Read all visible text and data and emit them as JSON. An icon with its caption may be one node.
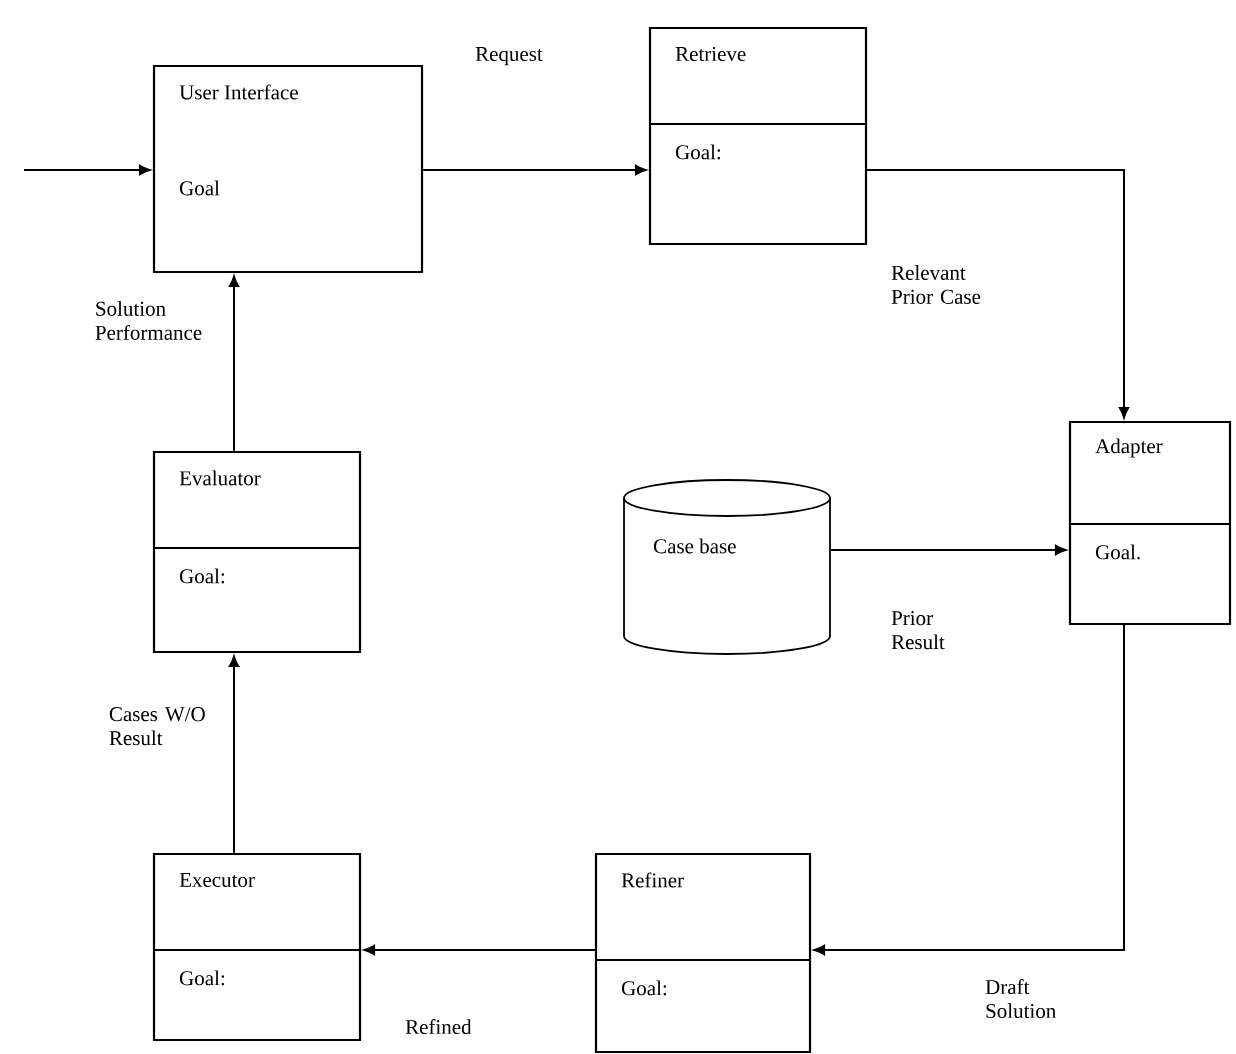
{
  "diagram": {
    "nodes": [
      {
        "text": [
          "User Interface",
          "Goal"
        ]
      },
      {
        "text": [
          "Retrieve",
          "Goal:"
        ]
      },
      {
        "text": [
          "Adapter",
          "Goal."
        ]
      },
      {
        "text": [
          "Case base"
        ]
      },
      {
        "text": [
          "Evaluator",
          "Goal:"
        ]
      },
      {
        "text": [
          "Executor",
          "Goal:"
        ]
      },
      {
        "text": [
          "Refiner",
          "Goal:"
        ]
      }
    ],
    "edges": [
      {
        "from": null,
        "to": 0,
        "arrow": "to"
      },
      {
        "from": 0,
        "to": 1,
        "arrow": "to",
        "label": "Request"
      },
      {
        "from": 1,
        "to": 2,
        "arrow": "to",
        "label": "Relevant Prior Case"
      },
      {
        "from": 3,
        "to": 2,
        "arrow": "to",
        "label": "Prior Result"
      },
      {
        "from": 2,
        "to": 6,
        "arrow": "to",
        "label": "Draft Solution"
      },
      {
        "from": 6,
        "to": 5,
        "arrow": "to",
        "label": "Refined"
      },
      {
        "from": 5,
        "to": 4,
        "arrow": "to",
        "label": "Cases W/O Result"
      },
      {
        "from": 4,
        "to": 0,
        "arrow": "to",
        "label": "Solution Performance"
      }
    ]
  }
}
